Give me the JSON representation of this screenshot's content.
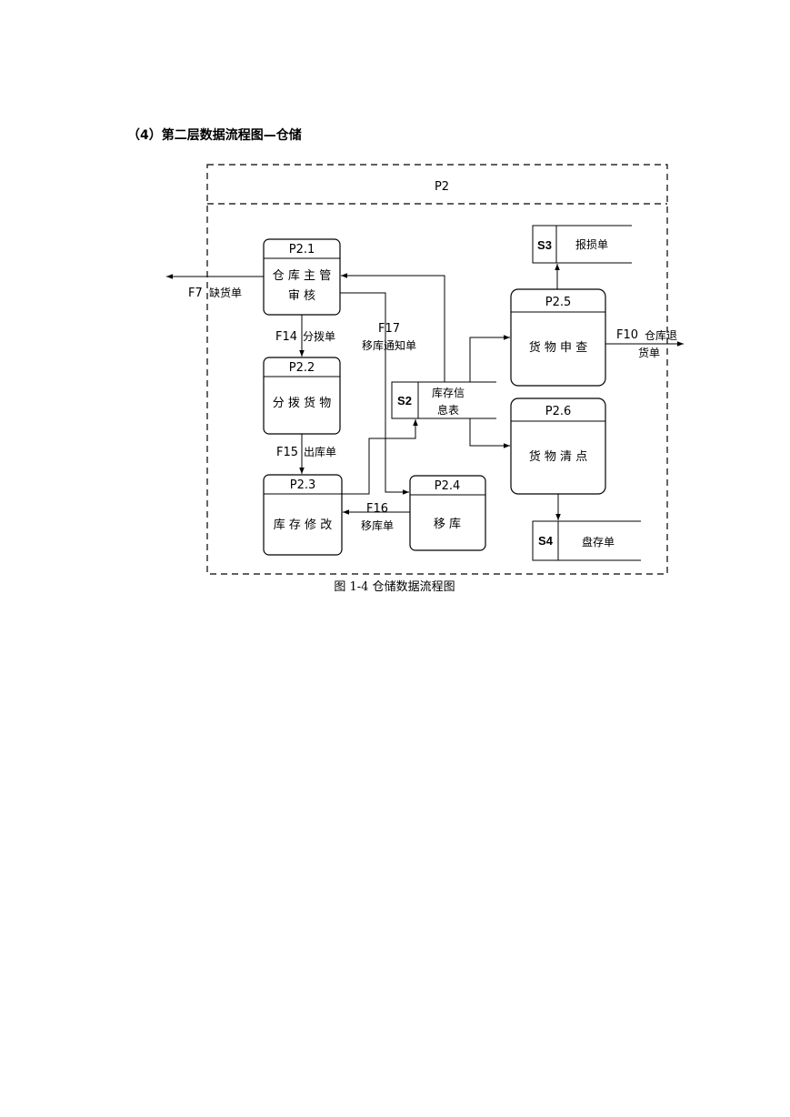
{
  "heading": "（4）第二层数据流程图—仓储",
  "caption": "图 1-4  仓储数据流程图",
  "boundary": {
    "label": "P2"
  },
  "processes": [
    {
      "id": "P2.1",
      "name_line1": "仓 库 主 管",
      "name_line2": "审 核"
    },
    {
      "id": "P2.2",
      "name": "分 拨 货 物"
    },
    {
      "id": "P2.3",
      "name": "库 存 修 改"
    },
    {
      "id": "P2.4",
      "name": "移 库"
    },
    {
      "id": "P2.5",
      "name": "货 物 申 查"
    },
    {
      "id": "P2.6",
      "name": "货 物 清 点"
    }
  ],
  "stores": [
    {
      "id": "S2",
      "name_line1": "库存信",
      "name_line2": "息表"
    },
    {
      "id": "S3",
      "name": "报损单"
    },
    {
      "id": "S4",
      "name": "盘存单"
    }
  ],
  "flows": [
    {
      "id": "F7",
      "name": "缺货单"
    },
    {
      "id": "F14",
      "name": "分拨单"
    },
    {
      "id": "F15",
      "name": "出库单"
    },
    {
      "id": "F16",
      "name": "移库单"
    },
    {
      "id": "F17",
      "name": "移库通知单"
    },
    {
      "id": "F10",
      "name_line1": "仓库退",
      "name_line2": "货单"
    }
  ],
  "colors": {
    "line": "#000000",
    "background": "#ffffff"
  }
}
